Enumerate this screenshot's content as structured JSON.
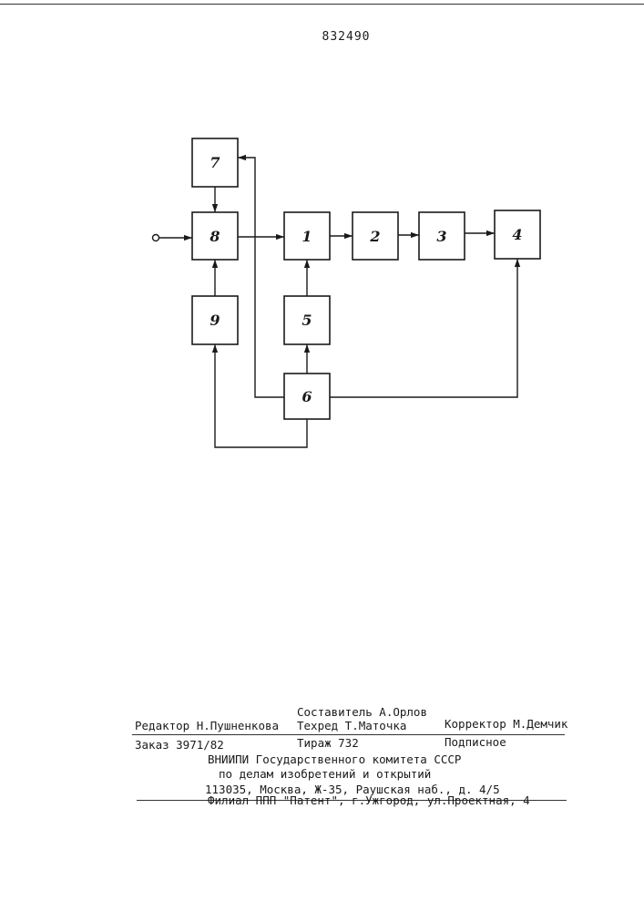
{
  "patent_number": "832490",
  "diagram": {
    "blocks": [
      {
        "id": "7",
        "label": "7"
      },
      {
        "id": "8",
        "label": "8"
      },
      {
        "id": "9",
        "label": "9"
      },
      {
        "id": "1",
        "label": "1"
      },
      {
        "id": "2",
        "label": "2"
      },
      {
        "id": "3",
        "label": "3"
      },
      {
        "id": "4",
        "label": "4"
      },
      {
        "id": "5",
        "label": "5"
      },
      {
        "id": "6",
        "label": "6"
      }
    ],
    "connections": [
      {
        "from": "input",
        "to": "8"
      },
      {
        "from": "7",
        "to": "8"
      },
      {
        "from": "9",
        "to": "8"
      },
      {
        "from": "8",
        "to": "1"
      },
      {
        "from": "1",
        "to": "2"
      },
      {
        "from": "2",
        "to": "3"
      },
      {
        "from": "3",
        "to": "4"
      },
      {
        "from": "5",
        "to": "1"
      },
      {
        "from": "6",
        "to": "5"
      },
      {
        "from": "6",
        "to": "4"
      },
      {
        "from": "6",
        "to": "7"
      },
      {
        "from": "6",
        "to": "9"
      }
    ]
  },
  "imprint": {
    "compiler": "Составитель А.Орлов",
    "editor": "Редактор Н.Пушненкова",
    "techred": "Техред Т.Маточка",
    "corrector": "Корректор М.Демчик",
    "order": "Заказ 3971/82",
    "circulation": "Тираж 732",
    "subscription": "Подписное",
    "org_line1": "ВНИИПИ Государственного комитета СССР",
    "org_line2": "по делам изобретений и открытий",
    "address": "113035, Москва, Ж-35, Раушская наб., д. 4/5",
    "branch": "Филиал ППП \"Патент\", г.Ужгород, ул.Проектная, 4"
  }
}
